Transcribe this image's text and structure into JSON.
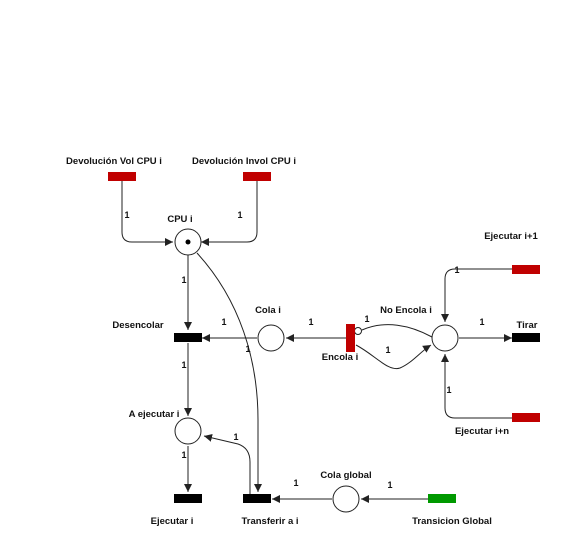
{
  "colors": {
    "red": "#c00000",
    "black": "#000000",
    "green": "#009900",
    "stroke": "#222222"
  },
  "places": {
    "cpu": "CPU i",
    "cola": "Cola i",
    "no_encola": "No Encola i",
    "a_ejecutar": "A ejecutar i",
    "cola_global": "Cola global"
  },
  "transitions": {
    "devol_vol": "Devolución Vol CPU i",
    "devol_invol": "Devolución Invol CPU i",
    "desencolar": "Desencolar",
    "encola": "Encola i",
    "ejecutar_next": "Ejecutar i+1",
    "tirar": "Tirar",
    "ejecutar_n": "Ejecutar i+n",
    "ejecutar": "Ejecutar i",
    "transferir": "Transferir a i",
    "transicion_global": "Transicion Global"
  },
  "weights": {
    "devol_vol_cpu": "1",
    "devol_invol_cpu": "1",
    "cpu_desencolar": "1",
    "cola_desencolar": "1",
    "cpu_transferir": "1",
    "encola_cola": "1",
    "inhibitor_encola": "1",
    "encola_noencola": "1",
    "noencola_tirar": "1",
    "next_noencola": "1",
    "n_noencola": "1",
    "desencolar_aejecutar": "1",
    "aejecutar_ejecutar": "1",
    "transferir_aejecutar": "1",
    "colaglobal_transferir": "1",
    "global_colaglobal": "1"
  }
}
